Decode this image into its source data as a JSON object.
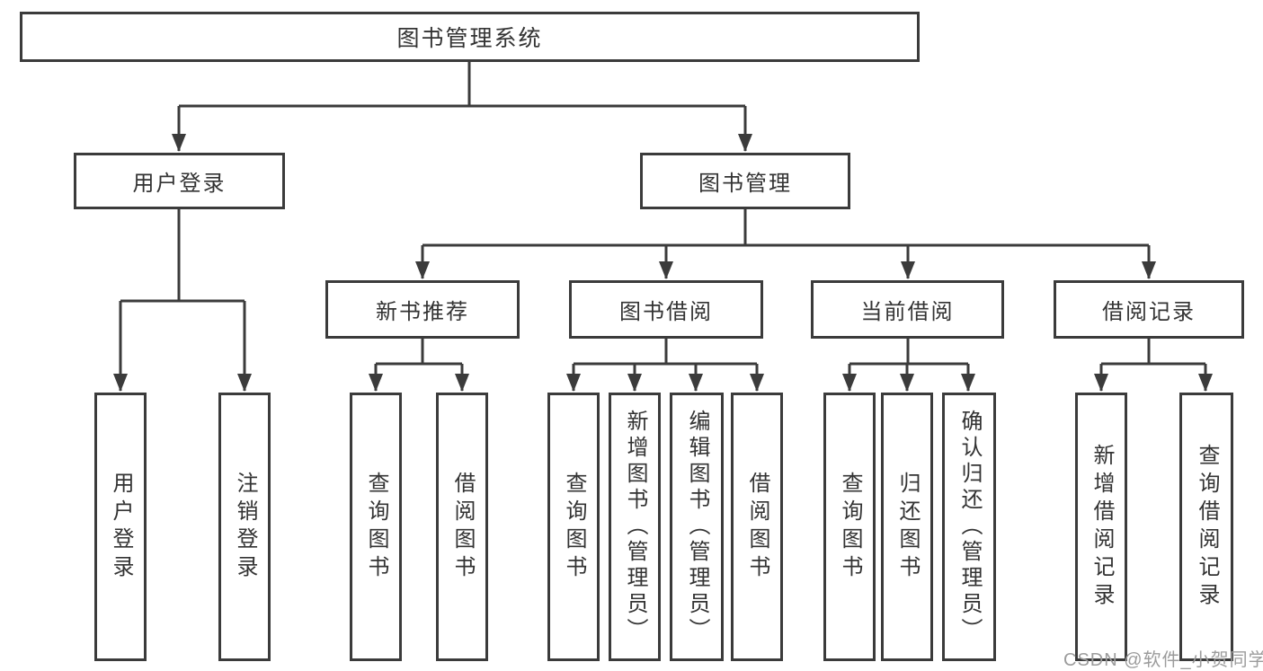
{
  "nodes": {
    "root": "图书管理系统",
    "user_login": "用户登录",
    "book_management": "图书管理",
    "new_book_recommend": "新书推荐",
    "book_borrow": "图书借阅",
    "current_borrow": "当前借阅",
    "borrow_record": "借阅记录",
    "leaf_user_login": "用户登录",
    "leaf_logout": "注销登录",
    "leaf_nbr_query_book": "查询图书",
    "leaf_nbr_borrow_book": "借阅图书",
    "leaf_bb_query_book": "查询图书",
    "leaf_bb_add_book": "新增图书（管理员）",
    "leaf_bb_edit_book": "编辑图书（管理员）",
    "leaf_bb_borrow_book": "借阅图书",
    "leaf_cb_query_book": "查询图书",
    "leaf_cb_return_book": "归还图书",
    "leaf_cb_confirm_return": "确认归还（管理员）",
    "leaf_br_add_record": "新增借阅记录",
    "leaf_br_query_record": "查询借阅记录"
  },
  "watermark": {
    "text": "CSDN @软件_小贺同学"
  },
  "colors": {
    "line": "#3b3b3b",
    "box_border": "#3b3b3b",
    "text": "#333333",
    "watermark": "#9c9c9c",
    "background": "#ffffff"
  }
}
